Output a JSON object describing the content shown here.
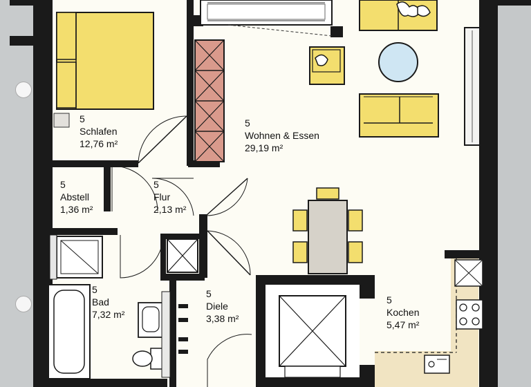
{
  "rooms": [
    {
      "id": "schlafen",
      "number": "5",
      "name": "Schlafen",
      "area": "12,76 m²"
    },
    {
      "id": "wohnen",
      "number": "5",
      "name": "Wohnen & Essen",
      "area": "29,19 m²"
    },
    {
      "id": "abstell",
      "number": "5",
      "name": "Abstell",
      "area": "1,36 m²"
    },
    {
      "id": "flur",
      "number": "5",
      "name": "Flur",
      "area": "2,13 m²"
    },
    {
      "id": "bad",
      "number": "5",
      "name": "Bad",
      "area": "7,32 m²"
    },
    {
      "id": "diele",
      "number": "5",
      "name": "Diele",
      "area": "3,38 m²"
    },
    {
      "id": "kochen",
      "number": "5",
      "name": "Kochen",
      "area": "5,47 m²"
    }
  ],
  "colors": {
    "wall": "#1a1a1a",
    "floor": "#fdfcf4",
    "paper": "#d2d5d6",
    "furniture_yellow": "#f3de6e",
    "shelf_pink": "#d99a8c",
    "table_gray": "#d6d2c9",
    "table_blue": "#cfe6f3",
    "kitchen_counter": "#f1e4c2"
  }
}
